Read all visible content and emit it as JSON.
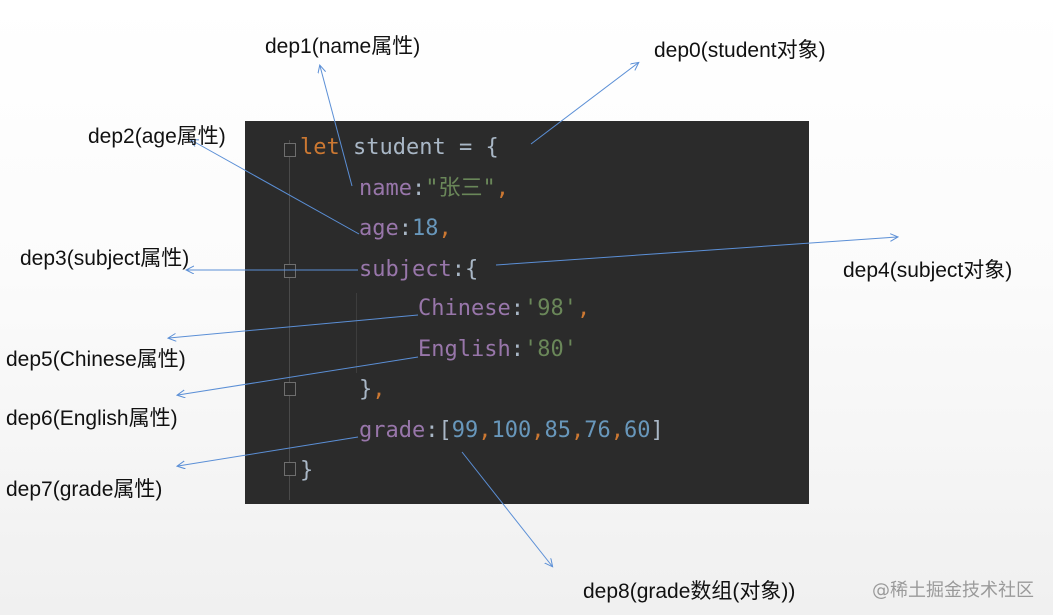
{
  "code": {
    "line1": {
      "kw": "let",
      "rest": " student = {"
    },
    "line2": {
      "prop": "name",
      "colon": ":",
      "value": "\"张三\"",
      "comma": ","
    },
    "line3": {
      "prop": "age",
      "colon": ":",
      "value": "18",
      "comma": ","
    },
    "line4": {
      "prop": "subject",
      "colon": ":",
      "brace": "{"
    },
    "line5": {
      "prop": "Chinese",
      "colon": ":",
      "value": "'98'",
      "comma": ","
    },
    "line6": {
      "prop": "English",
      "colon": ":",
      "value": "'80'"
    },
    "line7": {
      "close": "}",
      "comma": ","
    },
    "line8": {
      "prop": "grade",
      "colon": ":",
      "open": "[",
      "values": [
        "99",
        "100",
        "85",
        "76",
        "60"
      ],
      "close": "]"
    },
    "line9": {
      "close": "}"
    }
  },
  "labels": {
    "dep0": "dep0(student对象)",
    "dep1": "dep1(name属性)",
    "dep2": "dep2(age属性)",
    "dep3": "dep3(subject属性)",
    "dep4": "dep4(subject对象)",
    "dep5": "dep5(Chinese属性)",
    "dep6": "dep6(English属性)",
    "dep7": "dep7(grade属性)",
    "dep8": "dep8(grade数组(对象))"
  },
  "watermark": "@稀土掘金技术社区",
  "colors": {
    "arrow": "#5b8fd6",
    "panel": "#2b2b2b"
  }
}
